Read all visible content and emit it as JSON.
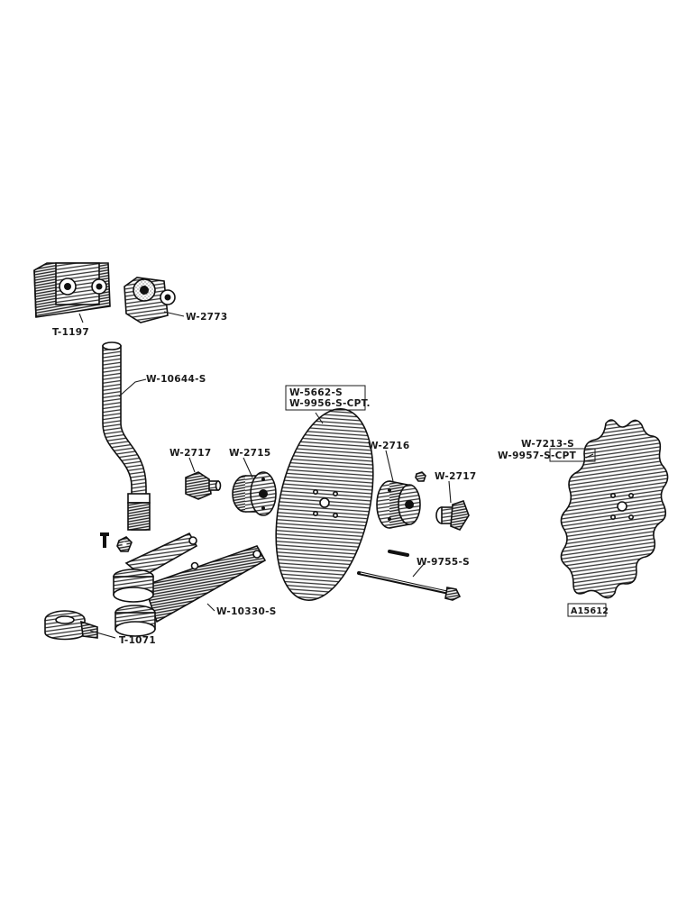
{
  "diagram": {
    "parts": {
      "t1197": "T-1197",
      "w2773": "W-2773",
      "w10644s": "W-10644-S",
      "w2717_left": "W-2717",
      "w2715": "W-2715",
      "w5662s": "W-5662-S",
      "w9956scpt": "W-9956-S-CPT.",
      "w2716": "W-2716",
      "w2717_right": "W-2717",
      "w9755s": "W-9755-S",
      "w10330s": "W-10330-S",
      "t1071": "T-1071",
      "w7213s": "W-7213-S",
      "w9957scpt": "W-9957-S-CPT",
      "ref": "A15612"
    }
  }
}
